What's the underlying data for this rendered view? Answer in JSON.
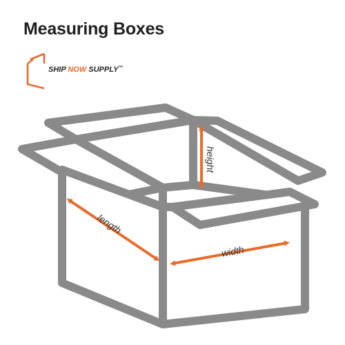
{
  "title": "Measuring Boxes",
  "logo": {
    "part1": "SHIP ",
    "part2": "NOW",
    "part3": " SUPPLY",
    "trademark": "™",
    "accent_color": "#e96b2a"
  },
  "labels": {
    "height": "height",
    "length": "length",
    "width": "width"
  },
  "colors": {
    "box_outline": "#8a8a8a",
    "box_fill": "#ffffff",
    "arrow": "#e96b2a"
  }
}
